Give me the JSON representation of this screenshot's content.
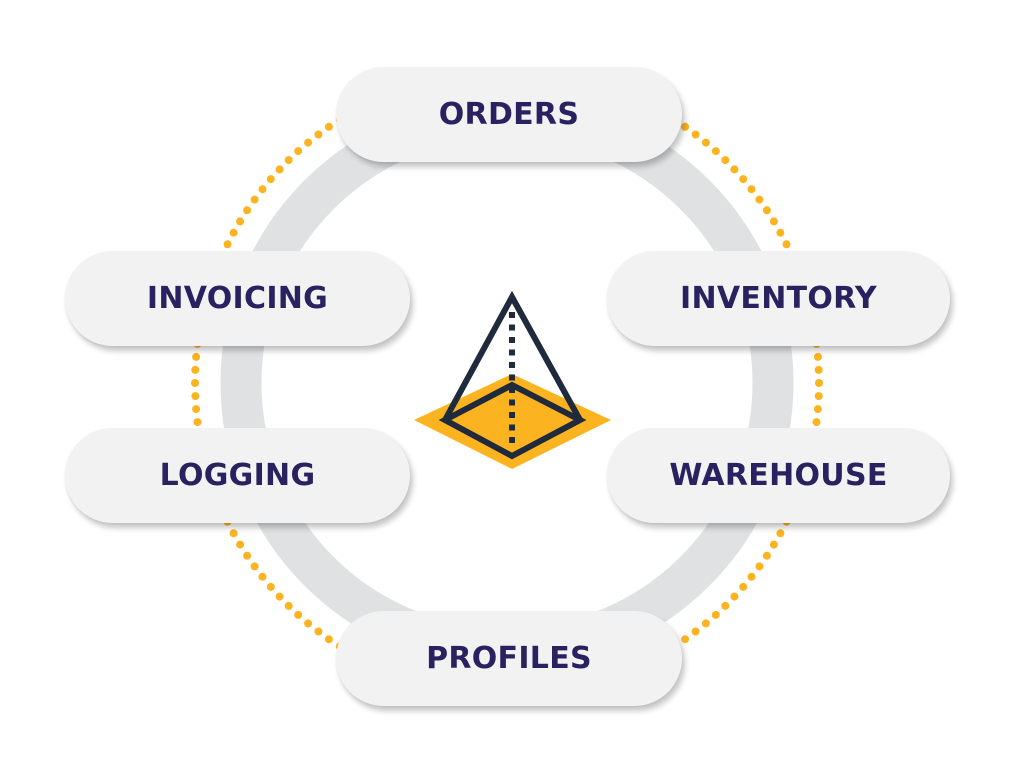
{
  "diagram": {
    "type": "hub-and-spoke cycle",
    "center_icon": "pyramid-icon",
    "colors": {
      "label_text": "#2a2260",
      "pill_fill": "#f2f2f3",
      "ring": "#e0e1e3",
      "dots": "#fbb31f",
      "icon_accent": "#fbb31f",
      "icon_stroke": "#1f2a3d"
    },
    "nodes": [
      {
        "id": "orders",
        "label": "ORDERS"
      },
      {
        "id": "inventory",
        "label": "INVENTORY"
      },
      {
        "id": "warehouse",
        "label": "WAREHOUSE"
      },
      {
        "id": "profiles",
        "label": "PROFILES"
      },
      {
        "id": "logging",
        "label": "LOGGING"
      },
      {
        "id": "invoicing",
        "label": "INVOICING"
      }
    ]
  }
}
